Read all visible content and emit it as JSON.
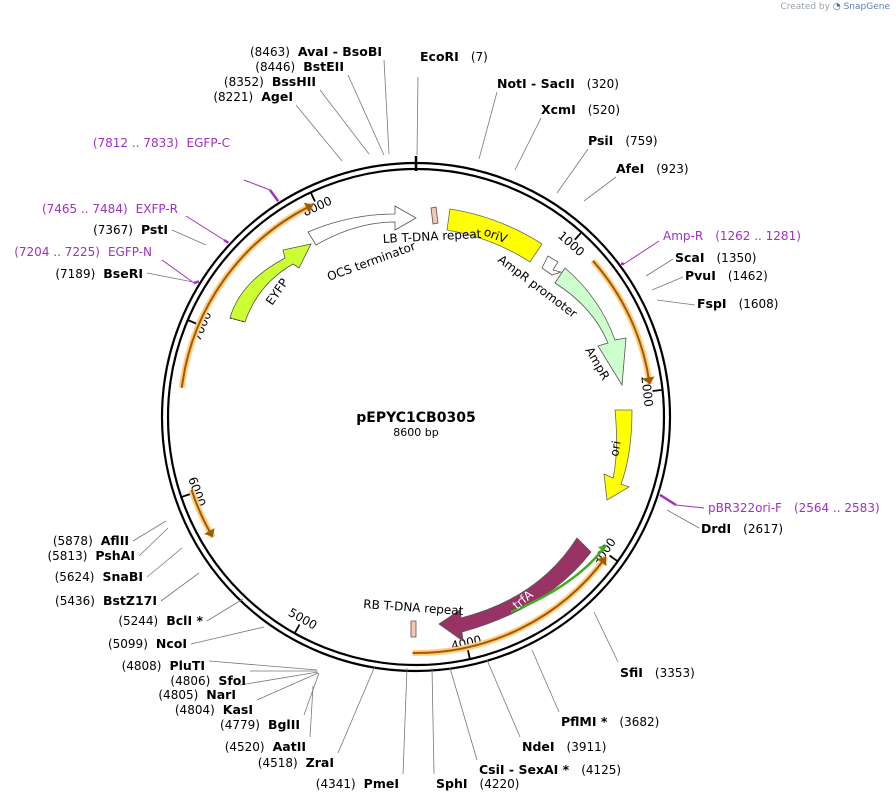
{
  "branding": {
    "created_by": "Created by",
    "product": "SnapGene"
  },
  "plasmid": {
    "name": "pEPYC1CB0305",
    "length_label": "8600 bp",
    "length": 8600
  },
  "ruler": [
    {
      "label": "1000",
      "pos": 1000
    },
    {
      "label": "2000",
      "pos": 2000
    },
    {
      "label": "3000",
      "pos": 3000
    },
    {
      "label": "4000",
      "pos": 4000
    },
    {
      "label": "5000",
      "pos": 5000
    },
    {
      "label": "6000",
      "pos": 6000
    },
    {
      "label": "7000",
      "pos": 7000
    },
    {
      "label": "8000",
      "pos": 8000
    }
  ],
  "sites": [
    {
      "id": "ecori",
      "name": "EcoRI",
      "pos": "(7)",
      "side": "right",
      "anchor": 7
    },
    {
      "id": "noti-sacii",
      "name": "NotI  -  SacII",
      "pos": "(320)",
      "side": "right",
      "anchor": 320
    },
    {
      "id": "xcmi",
      "name": "XcmI",
      "pos": "(520)",
      "side": "right",
      "anchor": 520
    },
    {
      "id": "psii",
      "name": "PsiI",
      "pos": "(759)",
      "side": "right",
      "anchor": 759
    },
    {
      "id": "afei",
      "name": "AfeI",
      "pos": "(923)",
      "side": "right",
      "anchor": 923
    },
    {
      "id": "scai",
      "name": "ScaI",
      "pos": "(1350)",
      "side": "right",
      "anchor": 1350
    },
    {
      "id": "pvui",
      "name": "PvuI",
      "pos": "(1462)",
      "side": "right",
      "anchor": 1462
    },
    {
      "id": "fspi",
      "name": "FspI",
      "pos": "(1608)",
      "side": "right",
      "anchor": 1608
    },
    {
      "id": "drdi",
      "name": "DrdI",
      "pos": "(2617)",
      "side": "right",
      "anchor": 2617
    },
    {
      "id": "sfii",
      "name": "SfiI",
      "pos": "(3353)",
      "side": "right",
      "anchor": 3353
    },
    {
      "id": "pflmi",
      "name": "PflMI *",
      "pos": "(3682)",
      "side": "right",
      "anchor": 3682
    },
    {
      "id": "ndei",
      "name": "NdeI",
      "pos": "(3911)",
      "side": "right",
      "anchor": 3911
    },
    {
      "id": "csii-sexai",
      "name": "CsiI  -  SexAI *",
      "pos": "(4125)",
      "side": "right",
      "anchor": 4125
    },
    {
      "id": "sphi",
      "name": "SphI",
      "pos": "(4220)",
      "side": "right",
      "anchor": 4220
    },
    {
      "id": "pmei",
      "name": "PmeI",
      "pos": "(4341)",
      "side": "left",
      "anchor": 4341
    },
    {
      "id": "zrai",
      "name": "ZraI",
      "pos": "(4518)",
      "side": "left",
      "anchor": 4518
    },
    {
      "id": "aatii",
      "name": "AatII",
      "pos": "(4520)",
      "side": "left",
      "anchor": 4520
    },
    {
      "id": "bglii",
      "name": "BglII",
      "pos": "(4779)",
      "side": "left",
      "anchor": 4779
    },
    {
      "id": "kasi",
      "name": "KasI",
      "pos": "(4804)",
      "side": "left",
      "anchor": 4804
    },
    {
      "id": "nari",
      "name": "NarI",
      "pos": "(4805)",
      "side": "left",
      "anchor": 4805
    },
    {
      "id": "sfoi",
      "name": "SfoI",
      "pos": "(4806)",
      "side": "left",
      "anchor": 4806
    },
    {
      "id": "pluti",
      "name": "PluTI",
      "pos": "(4808)",
      "side": "left",
      "anchor": 4808
    },
    {
      "id": "ncoi",
      "name": "NcoI",
      "pos": "(5099)",
      "side": "left",
      "anchor": 5099
    },
    {
      "id": "bcli",
      "name": "BclI *",
      "pos": "(5244)",
      "side": "left",
      "anchor": 5244
    },
    {
      "id": "bstz17i",
      "name": "BstZ17I",
      "pos": "(5436)",
      "side": "left",
      "anchor": 5436
    },
    {
      "id": "snabi",
      "name": "SnaBI",
      "pos": "(5624)",
      "side": "left",
      "anchor": 5624
    },
    {
      "id": "pshai",
      "name": "PshAI",
      "pos": "(5813)",
      "side": "left",
      "anchor": 5813
    },
    {
      "id": "aflii",
      "name": "AflII",
      "pos": "(5878)",
      "side": "left",
      "anchor": 5878
    },
    {
      "id": "bseri",
      "name": "BseRI",
      "pos": "(7189)",
      "side": "left",
      "anchor": 7189
    },
    {
      "id": "psti",
      "name": "PstI",
      "pos": "(7367)",
      "side": "left",
      "anchor": 7367
    },
    {
      "id": "agei",
      "name": "AgeI",
      "pos": "(8221)",
      "side": "left",
      "anchor": 8221
    },
    {
      "id": "bsshii",
      "name": "BssHII",
      "pos": "(8352)",
      "side": "left",
      "anchor": 8352
    },
    {
      "id": "bsteii",
      "name": "BstEII",
      "pos": "(8446)",
      "side": "left",
      "anchor": 8446
    },
    {
      "id": "avai-bsobi",
      "name": "AvaI  -  BsoBI",
      "pos": "(8463)",
      "side": "left",
      "anchor": 8463
    }
  ],
  "primers": [
    {
      "id": "egfp-c",
      "name": "EGFP-C",
      "pos": "(7812 .. 7833)",
      "side": "left",
      "anchor": 7822
    },
    {
      "id": "exfp-r",
      "name": "EXFP-R",
      "pos": "(7465 .. 7484)",
      "side": "left",
      "anchor": 7474
    },
    {
      "id": "egfp-n",
      "name": "EGFP-N",
      "pos": "(7204 .. 7225)",
      "side": "left",
      "anchor": 7214
    },
    {
      "id": "amp-r",
      "name": "Amp-R",
      "pos": "(1262 .. 1281)",
      "side": "right",
      "anchor": 1271
    },
    {
      "id": "pbr322ori-f",
      "name": "pBR322ori-F",
      "pos": "(2564 .. 2583)",
      "side": "right",
      "anchor": 2573
    }
  ],
  "features": [
    {
      "id": "lb-tdna",
      "label": "LB T-DNA repeat",
      "color": "#f5c6b0"
    },
    {
      "id": "oriv",
      "label": "oriV",
      "color": "#ffff00"
    },
    {
      "id": "ampr-promoter",
      "label": "AmpR promoter",
      "color": "#ffffff"
    },
    {
      "id": "ampr",
      "label": "AmpR",
      "color": "#ccffcc"
    },
    {
      "id": "ori",
      "label": "ori",
      "color": "#ffff00"
    },
    {
      "id": "trfa",
      "label": "trfA",
      "color": "#993366"
    },
    {
      "id": "rb-tdna",
      "label": "RB T-DNA repeat",
      "color": "#f5c6b0"
    },
    {
      "id": "ocs-terminator",
      "label": "OCS terminator",
      "color": "#ffffff"
    },
    {
      "id": "eyfp",
      "label": "EYFP",
      "color": "#ccff33"
    }
  ],
  "colors": {
    "primer": "#a030c0",
    "orf_fill": "#ffcc80",
    "orf_stroke": "#a05a00",
    "orf_green": "#44aa22"
  }
}
